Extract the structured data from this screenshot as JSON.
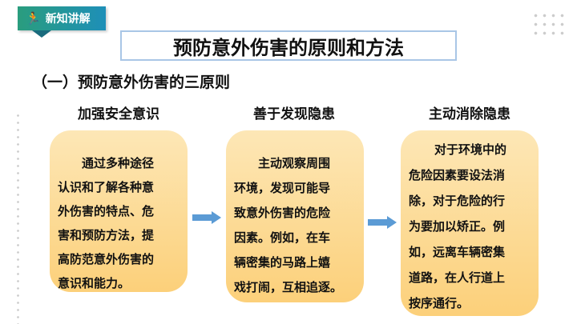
{
  "badge": {
    "label": "新知讲解",
    "icon": "running-person-icon"
  },
  "title": "预防意外伤害的原则和方法",
  "subtitle": "（一）预防意外伤害的三原则",
  "principles": [
    {
      "heading": "加强安全意识",
      "lines": [
        "通过多种途径",
        "认识和了解各种意",
        "外伤害的特点、危",
        "害和预防方法，提",
        "高防范意外伤害的",
        "意识和能力。"
      ]
    },
    {
      "heading": "善于发现隐患",
      "lines": [
        "主动观察周围",
        "环境，发现可能导",
        "致意外伤害的危险",
        "因素。例如，在车",
        "辆密集的马路上嬉",
        "戏打闹，互相追逐。"
      ]
    },
    {
      "heading": "主动消除隐患",
      "lines": [
        "对于环境中的",
        "危险因素要设法消",
        "除，对于危险的行",
        "为要加以矫正。例",
        "如，远离车辆密集",
        "道路，在人行道上",
        "按序通行。"
      ]
    }
  ],
  "colors": {
    "box": "#fcd07a",
    "arrow": "#5b9bd5",
    "badge": "#2a9d7e"
  }
}
